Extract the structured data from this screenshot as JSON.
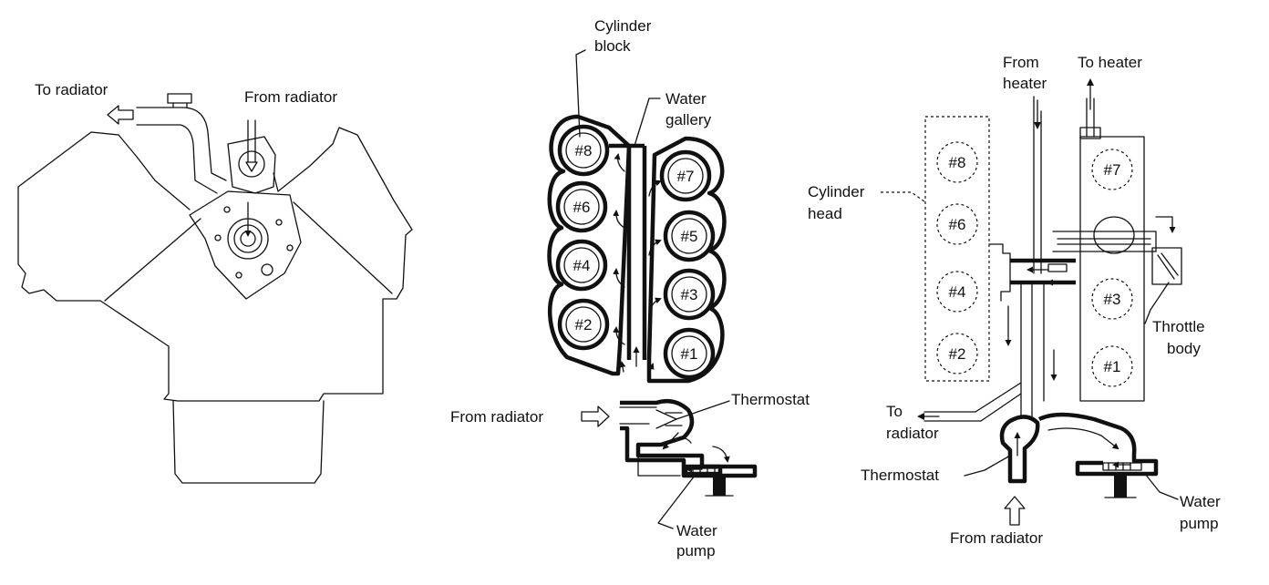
{
  "left_view": {
    "to_radiator": "To radiator",
    "from_radiator": "From radiator"
  },
  "center_view": {
    "cylinder_block": [
      "Cylinder",
      "block"
    ],
    "water_gallery": [
      "Water",
      "gallery"
    ],
    "cylinders_left": [
      "#8",
      "#6",
      "#4",
      "#2"
    ],
    "cylinders_right": [
      "#7",
      "#5",
      "#3",
      "#1"
    ],
    "from_radiator": "From radiator",
    "thermostat": "Thermostat",
    "water_pump": [
      "Water",
      "pump"
    ]
  },
  "right_view": {
    "from_heater": [
      "From",
      "heater"
    ],
    "to_heater": "To heater",
    "cylinder_head": [
      "Cylinder",
      "head"
    ],
    "cylinders_left": [
      "#8",
      "#6",
      "#4",
      "#2"
    ],
    "cylinders_right": [
      "#7",
      "#3",
      "#1"
    ],
    "throttle_body": [
      "Throttle",
      "body"
    ],
    "to_radiator": [
      "To",
      "radiator"
    ],
    "thermostat": "Thermostat",
    "water_pump": [
      "Water",
      "pump"
    ],
    "from_radiator": "From radiator"
  }
}
